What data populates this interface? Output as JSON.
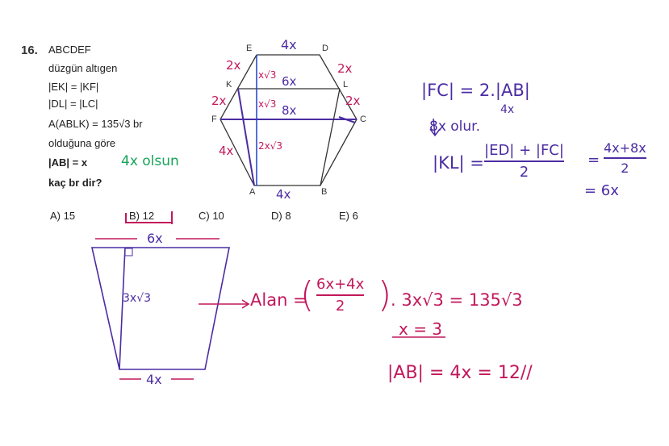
{
  "question": {
    "number": "16.",
    "lines": [
      "ABCDEF",
      "düzgün altıgen",
      "|EK| = |KF|",
      "|DL| = |LC|",
      "A(ABLK) = 135√3  br",
      "olduğuna göre",
      "|AB| = x",
      "kaç  br  dir?"
    ],
    "note": "4x olsun"
  },
  "choices": [
    "A) 15",
    "B) 12",
    "C) 10",
    "D) 8",
    "E) 6"
  ],
  "hexagon": {
    "vertices": [
      "E",
      "D",
      "L",
      "C",
      "B",
      "A",
      "F",
      "K"
    ],
    "labels": {
      "top": "4x",
      "ed_left": "2x",
      "ed_right": "2x",
      "kf_left": "2x",
      "lc_right": "2x",
      "af_left": "4x",
      "kl": "6x",
      "fc": "8x",
      "h_top": "x√3",
      "h_mid": "x√3",
      "h_bottom": "2x√3",
      "ab": "4x"
    }
  },
  "right_work": {
    "line1": "|FC| = 2.|AB|",
    "line1_sub": "4x",
    "line2": "8x olur.",
    "kl_lhs": "|KL| =",
    "kl_num": "|ED| + |FC|",
    "kl_den": "2",
    "kl_eq": "=",
    "kl_num2": "4x+8x",
    "kl_den2": "2",
    "kl_result": "= 6x"
  },
  "trapezoid": {
    "top": "6x",
    "bottom": "4x",
    "height": "3x√3"
  },
  "area_work": {
    "lhs": "Alan =",
    "num": "6x+4x",
    "den": "2",
    "rhs": ". 3x√3 = 135√3",
    "x_line": "x = 3",
    "answer": "|AB| = 4x = 12//"
  }
}
